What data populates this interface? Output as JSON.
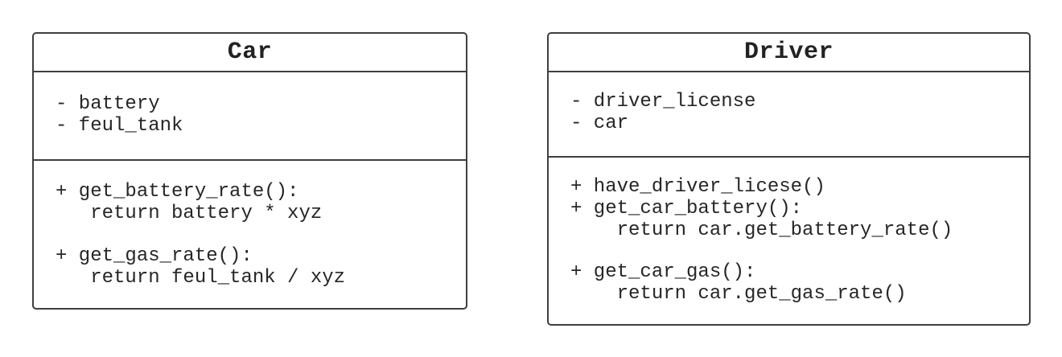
{
  "diagram": {
    "classes": [
      {
        "name": "Car",
        "attributes": [
          "- battery",
          "- feul_tank"
        ],
        "methods": [
          "+ get_battery_rate():",
          "   return battery * xyz",
          "+ get_gas_rate():",
          "   return feul_tank / xyz"
        ]
      },
      {
        "name": "Driver",
        "attributes": [
          "- driver_license",
          "- car"
        ],
        "methods": [
          "+ have_driver_licese()",
          "+ get_car_battery():",
          "    return car.get_battery_rate()",
          "+ get_car_gas():",
          "    return car.get_gas_rate()"
        ]
      }
    ]
  }
}
